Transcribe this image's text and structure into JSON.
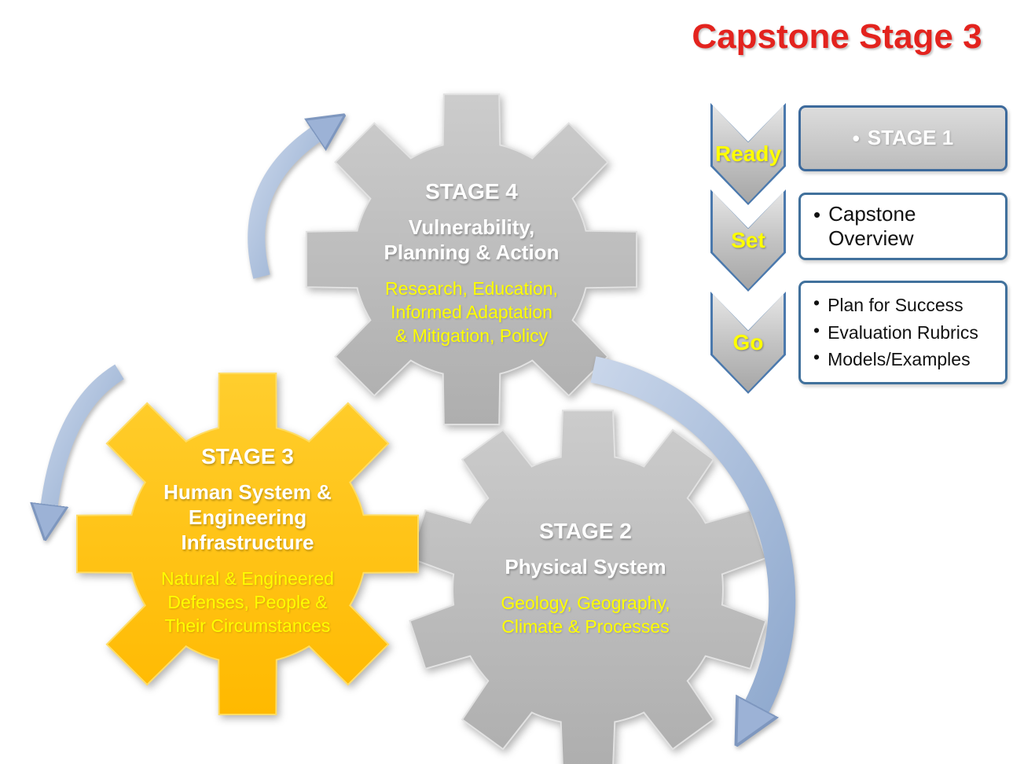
{
  "title": {
    "text": "Capstone Stage 3"
  },
  "ui": {
    "bullet": "•"
  },
  "gears": [
    {
      "id": "stage4",
      "stage_label": "STAGE 4",
      "title": "Vulnerability,\nPlanning & Action",
      "subtitle": "Research, Education,\nInformed Adaptation\n& Mitigation, Policy",
      "color": "#bdbdbd"
    },
    {
      "id": "stage3",
      "stage_label": "STAGE 3",
      "title": "Human System &\nEngineering\nInfrastructure",
      "subtitle": "Natural & Engineered\nDefenses, People &\nTheir Circumstances",
      "color": "#ffc000"
    },
    {
      "id": "stage2",
      "stage_label": "STAGE 2",
      "title": "Physical System",
      "subtitle": "Geology, Geography,\nClimate & Processes",
      "color": "#bdbdbd"
    }
  ],
  "steps": [
    {
      "label": "Ready",
      "items": [
        "STAGE 1"
      ]
    },
    {
      "label": "Set",
      "items": [
        "Capstone Overview"
      ]
    },
    {
      "label": "Go",
      "items": [
        "Plan for Success",
        "Evaluation Rubrics",
        "Models/Examples"
      ]
    }
  ],
  "colors": {
    "title_red": "#e3231e",
    "gear_gray": "#bdbdbd",
    "gear_orange": "#ffc000",
    "accent_yellow": "#ffff00",
    "arrow_blue": "#a9bdd9",
    "box_border_blue": "#41719c"
  }
}
